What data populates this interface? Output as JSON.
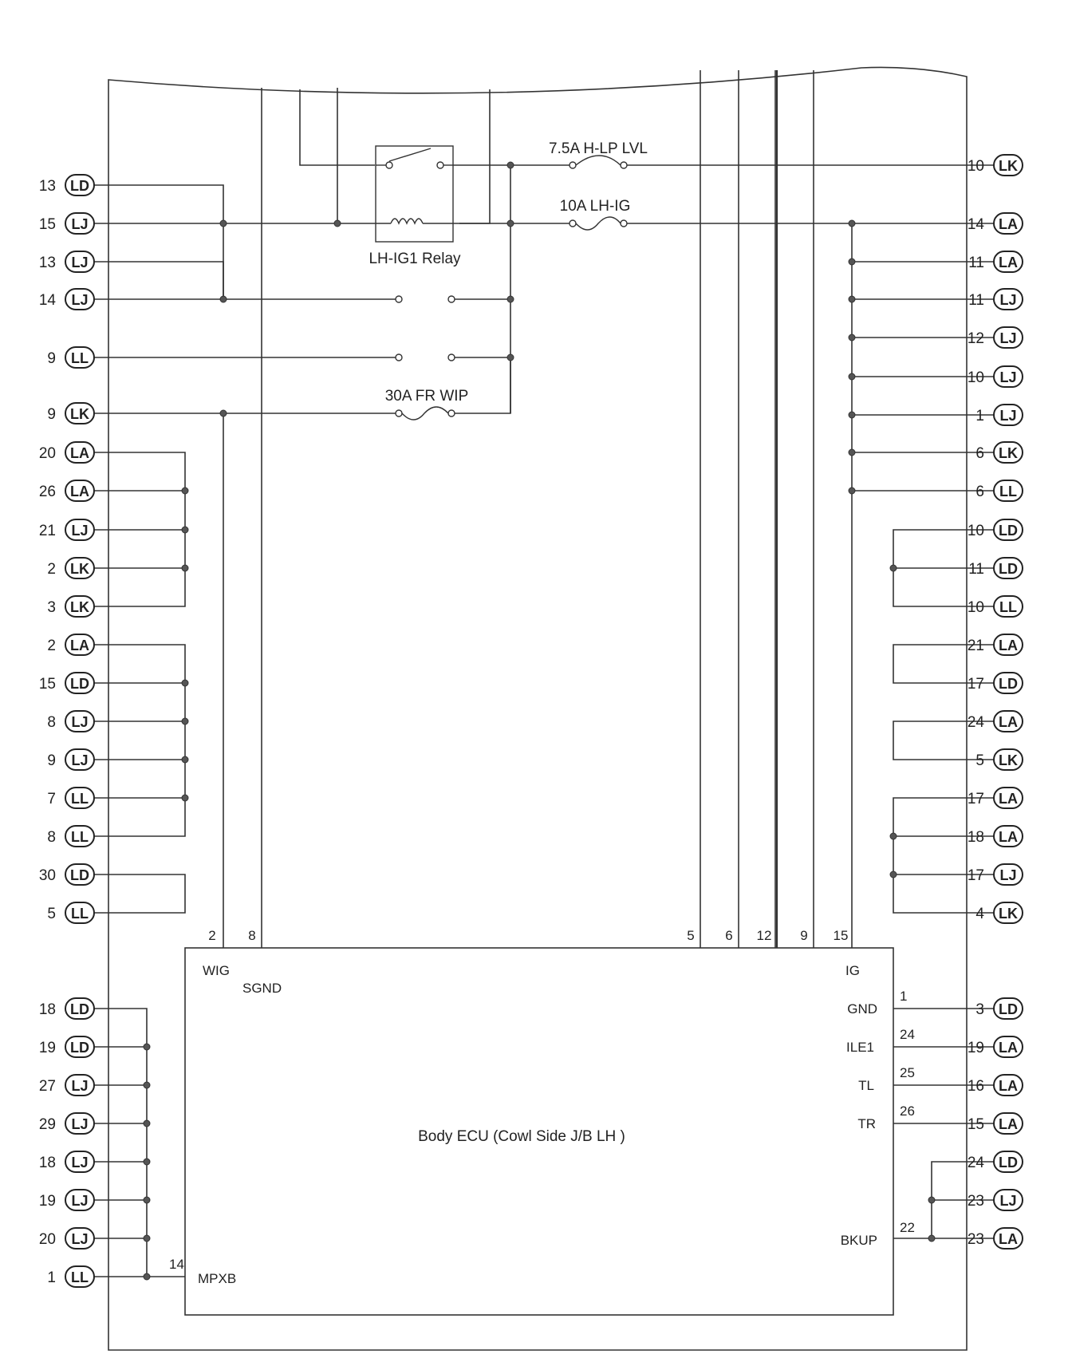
{
  "relay": {
    "label": "LH-IG1 Relay"
  },
  "fuses": [
    {
      "id": "fuse-hlp-lvl",
      "label": "7.5A H-LP LVL"
    },
    {
      "id": "fuse-lh-ig",
      "label": "10A LH-IG"
    },
    {
      "id": "fuse-fr-wip",
      "label": "30A FR WIP"
    }
  ],
  "ecu": {
    "title": "Body ECU (Cowl Side J/B LH )",
    "pins": [
      {
        "name": "WIG",
        "num": "2"
      },
      {
        "name": "SGND",
        "num": "8"
      },
      {
        "name": "",
        "num": "5"
      },
      {
        "name": "",
        "num": "6"
      },
      {
        "name": "",
        "num": "12"
      },
      {
        "name": "",
        "num": "9"
      },
      {
        "name": "IG",
        "num": "15"
      },
      {
        "name": "GND",
        "num": "1"
      },
      {
        "name": "ILE1",
        "num": "24"
      },
      {
        "name": "TL",
        "num": "25"
      },
      {
        "name": "TR",
        "num": "26"
      },
      {
        "name": "BKUP",
        "num": "22"
      },
      {
        "name": "MPXB",
        "num": "14"
      }
    ]
  },
  "left_terminals": [
    {
      "pin": "13",
      "conn": "LD"
    },
    {
      "pin": "15",
      "conn": "LJ"
    },
    {
      "pin": "13",
      "conn": "LJ"
    },
    {
      "pin": "14",
      "conn": "LJ"
    },
    {
      "pin": "9",
      "conn": "LL"
    },
    {
      "pin": "9",
      "conn": "LK"
    },
    {
      "pin": "20",
      "conn": "LA"
    },
    {
      "pin": "26",
      "conn": "LA"
    },
    {
      "pin": "21",
      "conn": "LJ"
    },
    {
      "pin": "2",
      "conn": "LK"
    },
    {
      "pin": "3",
      "conn": "LK"
    },
    {
      "pin": "2",
      "conn": "LA"
    },
    {
      "pin": "15",
      "conn": "LD"
    },
    {
      "pin": "8",
      "conn": "LJ"
    },
    {
      "pin": "9",
      "conn": "LJ"
    },
    {
      "pin": "7",
      "conn": "LL"
    },
    {
      "pin": "8",
      "conn": "LL"
    },
    {
      "pin": "30",
      "conn": "LD"
    },
    {
      "pin": "5",
      "conn": "LL"
    },
    {
      "pin": "18",
      "conn": "LD"
    },
    {
      "pin": "19",
      "conn": "LD"
    },
    {
      "pin": "27",
      "conn": "LJ"
    },
    {
      "pin": "29",
      "conn": "LJ"
    },
    {
      "pin": "18",
      "conn": "LJ"
    },
    {
      "pin": "19",
      "conn": "LJ"
    },
    {
      "pin": "20",
      "conn": "LJ"
    },
    {
      "pin": "1",
      "conn": "LL"
    }
  ],
  "right_terminals": [
    {
      "pin": "10",
      "conn": "LK"
    },
    {
      "pin": "14",
      "conn": "LA"
    },
    {
      "pin": "11",
      "conn": "LA"
    },
    {
      "pin": "11",
      "conn": "LJ"
    },
    {
      "pin": "12",
      "conn": "LJ"
    },
    {
      "pin": "10",
      "conn": "LJ"
    },
    {
      "pin": "1",
      "conn": "LJ"
    },
    {
      "pin": "6",
      "conn": "LK"
    },
    {
      "pin": "6",
      "conn": "LL"
    },
    {
      "pin": "10",
      "conn": "LD"
    },
    {
      "pin": "11",
      "conn": "LD"
    },
    {
      "pin": "10",
      "conn": "LL"
    },
    {
      "pin": "21",
      "conn": "LA"
    },
    {
      "pin": "17",
      "conn": "LD"
    },
    {
      "pin": "24",
      "conn": "LA"
    },
    {
      "pin": "5",
      "conn": "LK"
    },
    {
      "pin": "17",
      "conn": "LA"
    },
    {
      "pin": "18",
      "conn": "LA"
    },
    {
      "pin": "17",
      "conn": "LJ"
    },
    {
      "pin": "4",
      "conn": "LK"
    },
    {
      "pin": "3",
      "conn": "LD"
    },
    {
      "pin": "19",
      "conn": "LA"
    },
    {
      "pin": "16",
      "conn": "LA"
    },
    {
      "pin": "15",
      "conn": "LA"
    },
    {
      "pin": "24",
      "conn": "LD"
    },
    {
      "pin": "23",
      "conn": "LJ"
    },
    {
      "pin": "23",
      "conn": "LA"
    }
  ]
}
